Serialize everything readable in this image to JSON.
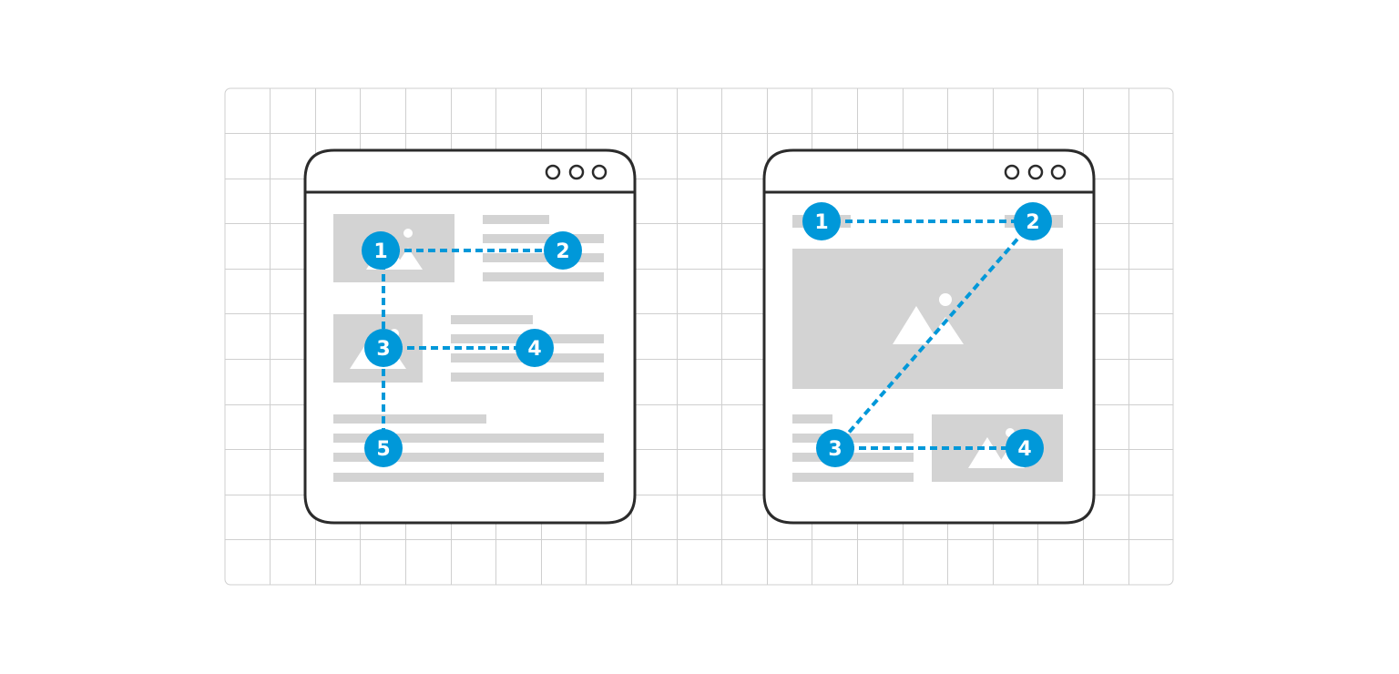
{
  "colors": {
    "background": "#ffffff",
    "grid_line": "#cfcfcf",
    "window_border": "#2b2b2b",
    "placeholder": "#d3d3d3",
    "accent": "#0098d9",
    "badge_text": "#ffffff"
  },
  "diagrams": [
    {
      "pattern": "F-pattern",
      "markers": [
        "1",
        "2",
        "3",
        "4",
        "5"
      ],
      "window_controls": [
        "circle",
        "circle",
        "circle"
      ]
    },
    {
      "pattern": "Z-pattern",
      "markers": [
        "1",
        "2",
        "3",
        "4"
      ],
      "window_controls": [
        "circle",
        "circle",
        "circle"
      ]
    }
  ]
}
